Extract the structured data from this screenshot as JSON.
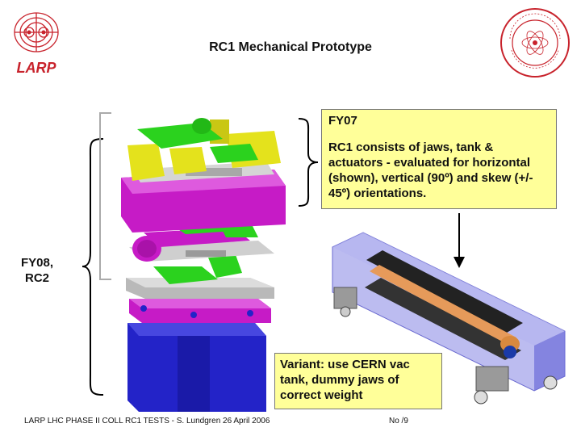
{
  "slide": {
    "title": "RC1 Mechanical Prototype",
    "logo_left_text": "LARP",
    "fy07_heading": "FY07",
    "fy07_text": "RC1 consists of jaws, tank & actuators - evaluated for horizontal (shown), vertical (90º) and skew (+/- 45º) orientations.",
    "fy08_label_line1": "FY08,",
    "fy08_label_line2": "RC2",
    "variant_text": "Variant: use CERN vac tank, dummy jaws of correct weight",
    "footer_left": "LARP LHC PHASE II COLL RC1 TESTS  -  S. Lundgren 26 April 2006",
    "footer_right": "No /9"
  },
  "colors": {
    "note_fill": "#ffff99",
    "logo_red": "#c8232c",
    "jaw_yellow": "#e4e21c",
    "jaw_green": "#2bd21e",
    "tank_magenta": "#c61bc6",
    "stand_blue": "#2323c8"
  },
  "icons": [
    "larp-logo",
    "slac-seal-logo"
  ]
}
